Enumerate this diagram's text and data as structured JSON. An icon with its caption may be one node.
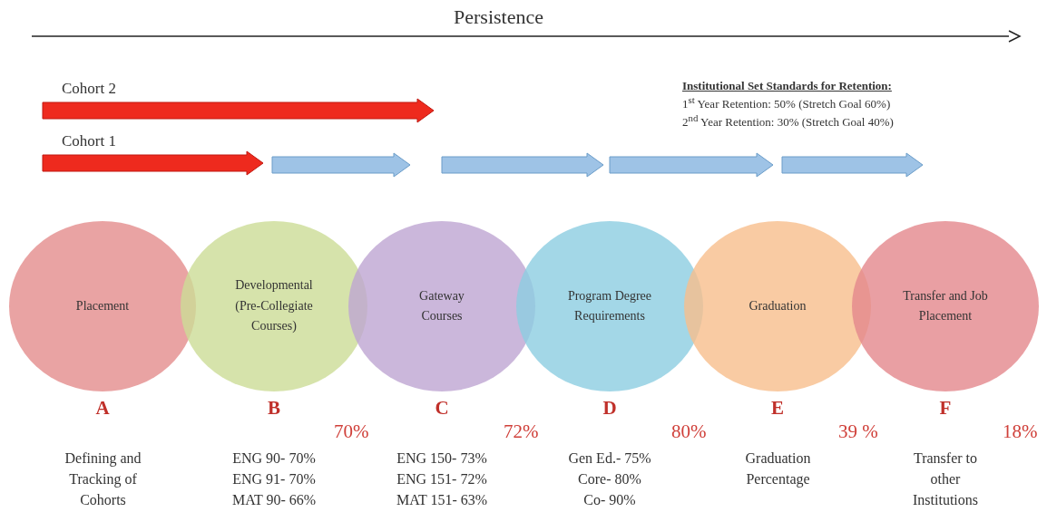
{
  "diagram": {
    "nodes": [
      {
        "text": [
          "Placement"
        ],
        "beside": [
          "A",
          "Defining and Tracking of Cohorts"
        ]
      },
      {
        "text": [
          "Developmental (Pre-Collegiate Courses)"
        ],
        "beside": [
          "B",
          "ENG 90- 70%",
          "ENG 91- 70%",
          "MAT 90- 66%"
        ]
      },
      {
        "text": [
          "Gateway Courses"
        ],
        "beside": [
          "C",
          "ENG 150- 73%",
          "ENG 151- 72%",
          "MAT 151- 63%"
        ]
      },
      {
        "text": [
          "Program Degree Requirements"
        ],
        "beside": [
          "D",
          "Gen Ed.- 75%",
          "Core- 80%",
          "Co- 90%"
        ]
      },
      {
        "text": [
          "Graduation"
        ],
        "beside": [
          "E",
          "Graduation Percentage"
        ]
      },
      {
        "text": [
          "Transfer and Job Placement"
        ],
        "beside": [
          "F",
          "Transfer to other Institutions"
        ]
      }
    ],
    "labels": [
      "Persistence",
      "Institutional Set Standards for Retention:",
      "1$^{st}$ Year Retention: 50% (Stretch Goal 60%)",
      "2$^{nd}$ Year Retention: 30% (Stretch Goal 40%)",
      "Cohort 2",
      "Cohort 1",
      "70%",
      "72%",
      "80%",
      "39 %",
      "18%"
    ]
  }
}
